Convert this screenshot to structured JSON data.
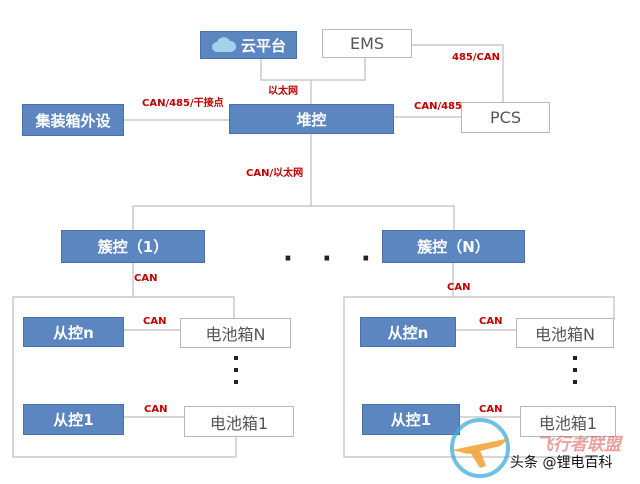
{
  "nodes": {
    "cloud": "云平台",
    "ems": "EMS",
    "container": "集装箱外设",
    "stack": "堆控",
    "pcs": "PCS",
    "cluster1": "簇控（1）",
    "clusterN": "簇控（N）",
    "left_slave_n": "从控n",
    "left_slave_1": "从控1",
    "left_battery_N": "电池箱N",
    "left_battery_1": "电池箱1",
    "right_slave_n": "从控n",
    "right_slave_1": "从控1",
    "right_battery_N": "电池箱N",
    "right_battery_1": "电池箱1"
  },
  "links": {
    "ethernet_top": "以太网",
    "ems_pcs": "485/CAN",
    "container_stack": "CAN/485/干接点",
    "stack_pcs": "CAN/485",
    "stack_down": "CAN/以太网",
    "cluster1_down": "CAN",
    "clusterN_down": "CAN",
    "left_slave_n_batt": "CAN",
    "left_slave_1_batt": "CAN",
    "right_slave_n_batt": "CAN",
    "right_slave_1_batt": "CAN"
  },
  "ellipsis": "· · ·",
  "watermark": {
    "brand": "飞行者联盟",
    "byline": "头条 @锂电百科"
  },
  "colors": {
    "blue_node": "#5b86bf",
    "link_label": "#c00000",
    "line": "#bfbfbf"
  }
}
